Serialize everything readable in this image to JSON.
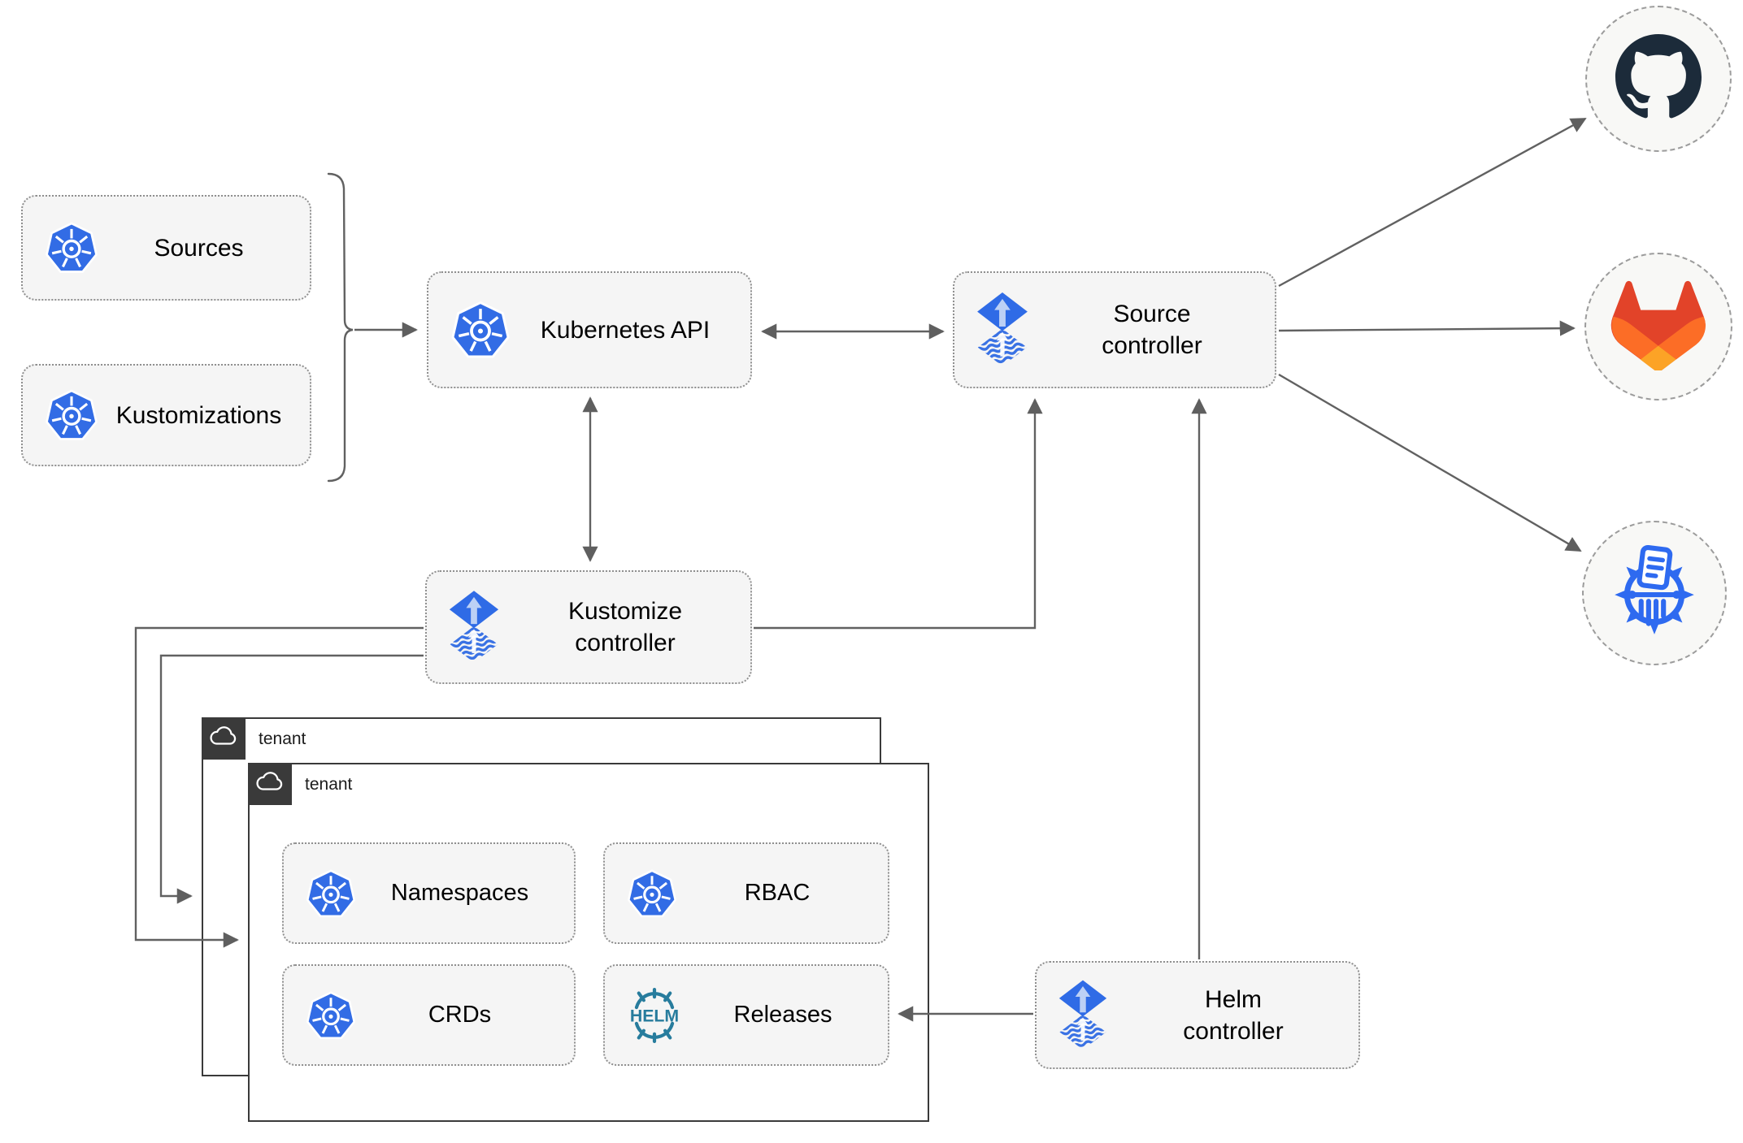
{
  "nodes": {
    "sources": {
      "label": "Sources",
      "icon": "kubernetes-icon"
    },
    "kustomizations": {
      "label": "Kustomizations",
      "icon": "kubernetes-icon"
    },
    "kubernetes_api": {
      "label": "Kubernetes API",
      "icon": "kubernetes-icon"
    },
    "source_controller": {
      "label": "Source controller",
      "icon": "flux-icon"
    },
    "kustomize_controller": {
      "label": "Kustomize controller",
      "icon": "flux-icon"
    },
    "helm_controller": {
      "label": "Helm controller",
      "icon": "flux-icon"
    },
    "namespaces": {
      "label": "Namespaces",
      "icon": "kubernetes-icon"
    },
    "rbac": {
      "label": "RBAC",
      "icon": "kubernetes-icon"
    },
    "crds": {
      "label": "CRDs",
      "icon": "kubernetes-icon"
    },
    "releases": {
      "label": "Releases",
      "icon": "helm-icon",
      "icon_text": "HELM"
    }
  },
  "tenants": [
    {
      "label": "tenant",
      "icon": "cloud-icon"
    },
    {
      "label": "tenant",
      "icon": "cloud-icon"
    }
  ],
  "externals": [
    {
      "icon": "github-icon"
    },
    {
      "icon": "gitlab-icon"
    },
    {
      "icon": "chartmuseum-icon"
    }
  ],
  "colors": {
    "kubernetes_blue": "#326ce5",
    "flux_blue": "#2f6be6",
    "flux_light": "#bcd0f5",
    "helm_teal": "#277c9d",
    "github_dark": "#1c2b3a",
    "gitlab_red": "#e24329",
    "gitlab_orange": "#fc6d26",
    "gitlab_yellow": "#fca326",
    "chartmuseum_blue": "#2e6af0",
    "connector_gray": "#616161",
    "node_fill": "#f5f5f5",
    "tenant_border": "#3a3a3a"
  }
}
